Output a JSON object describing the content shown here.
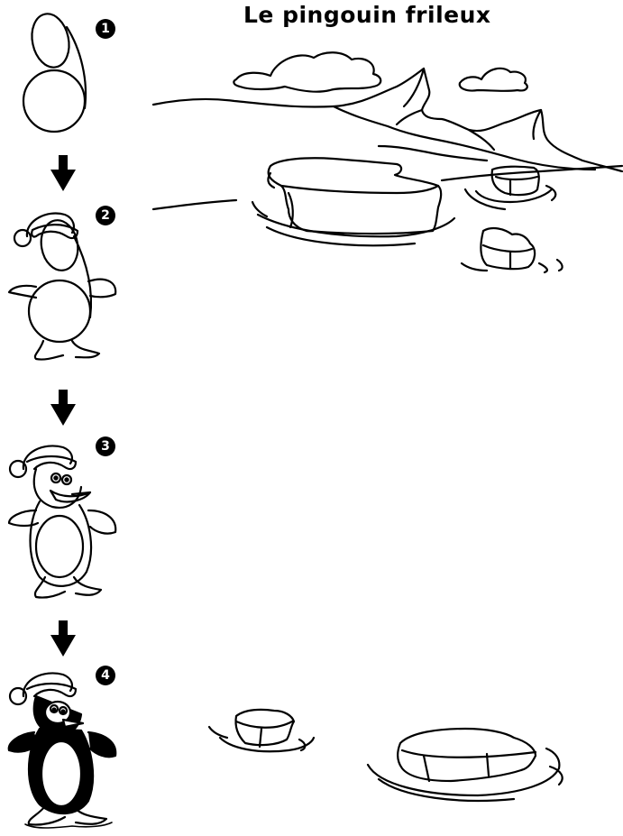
{
  "title": "Le pingouin frileux",
  "steps": [
    {
      "number": "1"
    },
    {
      "number": "2"
    },
    {
      "number": "3"
    },
    {
      "number": "4"
    }
  ],
  "colors": {
    "ink": "#000000",
    "paper": "#ffffff"
  },
  "icons": [
    "down-arrow-icon"
  ]
}
